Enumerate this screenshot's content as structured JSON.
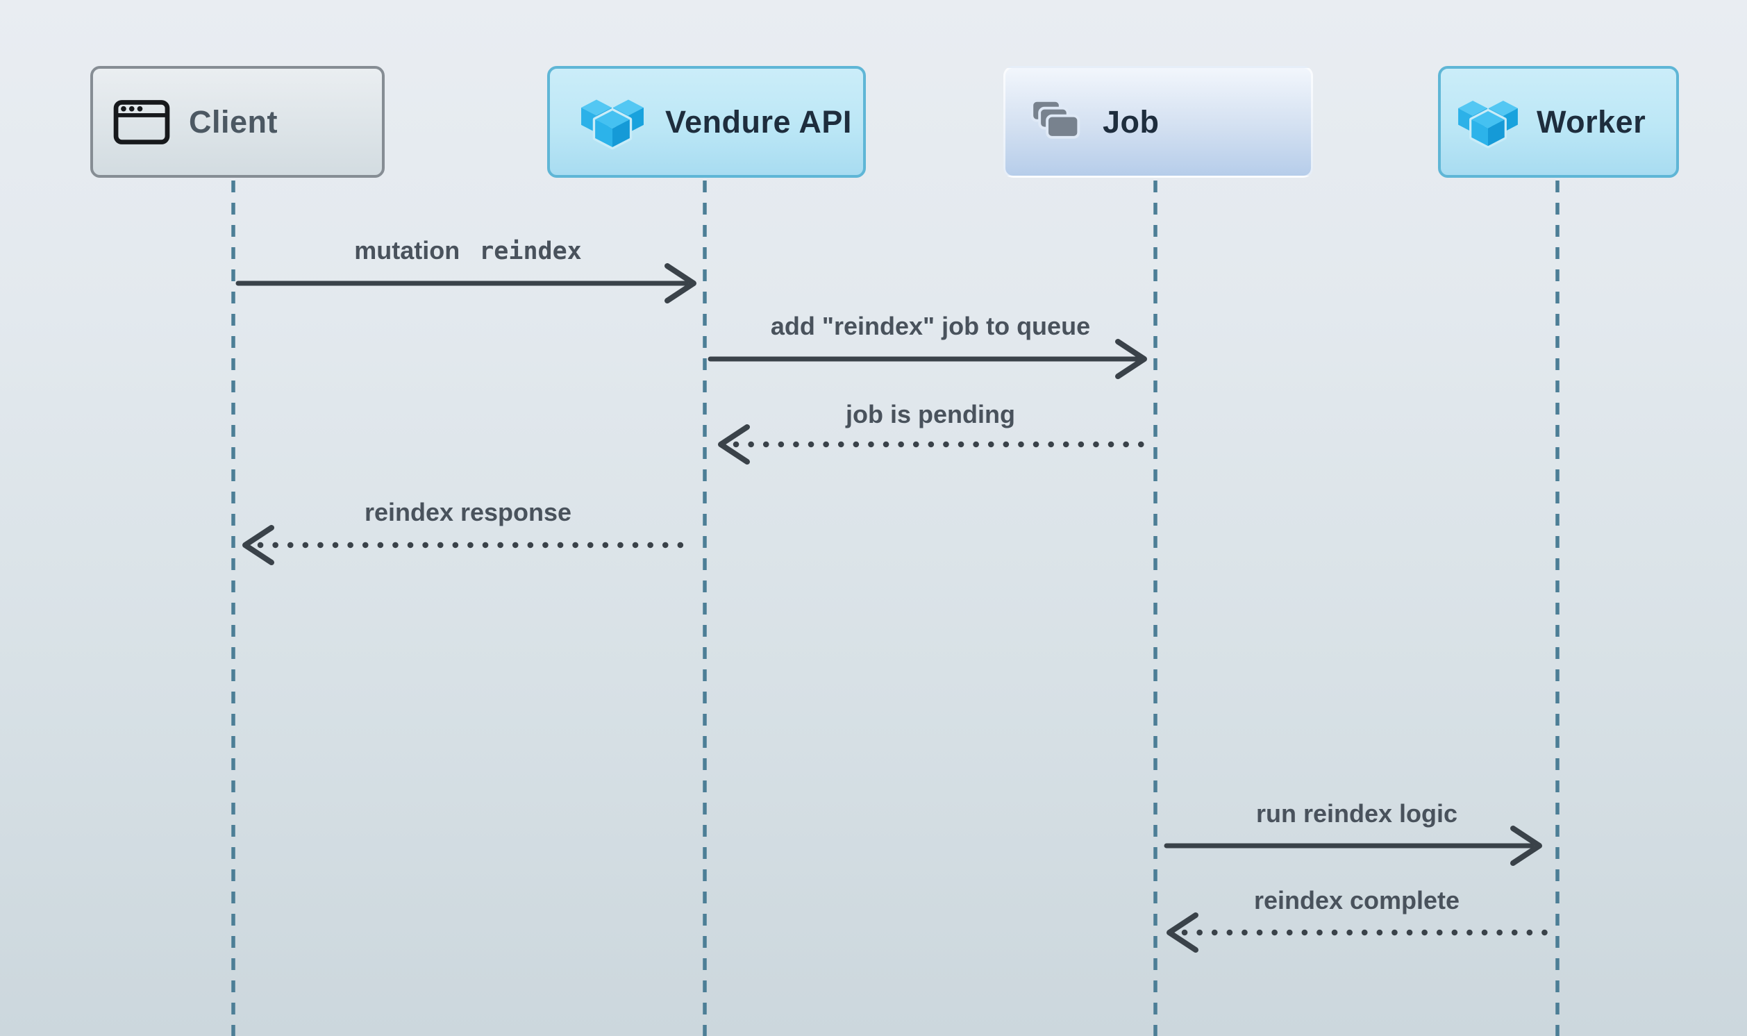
{
  "diagram": {
    "type": "sequence-diagram",
    "actors": [
      {
        "id": "client",
        "label": "Client",
        "icon": "browser-window-icon"
      },
      {
        "id": "vendure-api",
        "label": "Vendure API",
        "icon": "vendure-logo-icon"
      },
      {
        "id": "job",
        "label": "Job",
        "icon": "layers-icon"
      },
      {
        "id": "worker",
        "label": "Worker",
        "icon": "vendure-logo-icon"
      }
    ],
    "messages": [
      {
        "from": "client",
        "to": "vendure-api",
        "style": "solid",
        "label_text": "mutation",
        "label_code": "reindex"
      },
      {
        "from": "vendure-api",
        "to": "job",
        "style": "solid",
        "label": "add \"reindex\" job to queue"
      },
      {
        "from": "job",
        "to": "vendure-api",
        "style": "dotted",
        "label": "job is pending"
      },
      {
        "from": "vendure-api",
        "to": "client",
        "style": "dotted",
        "label": "reindex response"
      },
      {
        "from": "job",
        "to": "worker",
        "style": "solid",
        "label": "run reindex logic"
      },
      {
        "from": "worker",
        "to": "job",
        "style": "dotted",
        "label": "reindex complete"
      }
    ],
    "colors": {
      "background_top": "#e9edf2",
      "background_bottom": "#ccd7dd",
      "lifeline": "#4c7e96",
      "arrow": "#3a4249",
      "message_text": "#49525c",
      "actor_text_dark": "#1e2d3d",
      "actor_text_gray": "#4c5862",
      "vendure_blue": "#29abe2",
      "blue_box_border": "#5fb6d6",
      "gray_box_border": "#868d94"
    }
  }
}
